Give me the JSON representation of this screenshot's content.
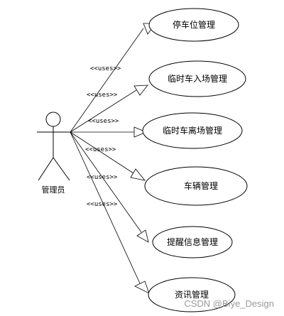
{
  "actor": {
    "name": "管理员"
  },
  "use_cases": [
    {
      "label": "停车位管理"
    },
    {
      "label": "临时车入场管理"
    },
    {
      "label": "临时车离场管理"
    },
    {
      "label": "车辆管理"
    },
    {
      "label": "提醒信息管理"
    },
    {
      "label": "资讯管理"
    }
  ],
  "relations": [
    {
      "stereotype": "<<uses>>"
    },
    {
      "stereotype": "<<uses>>"
    },
    {
      "stereotype": "<<uses>>"
    },
    {
      "stereotype": "<<uses>>"
    },
    {
      "stereotype": "<<uses>>"
    },
    {
      "stereotype": "<<uses>>"
    }
  ],
  "watermark": "CSDN @Biye_Design",
  "colors": {
    "stroke": "#000000",
    "background": "#ffffff",
    "watermark": "#9a9a9a"
  }
}
